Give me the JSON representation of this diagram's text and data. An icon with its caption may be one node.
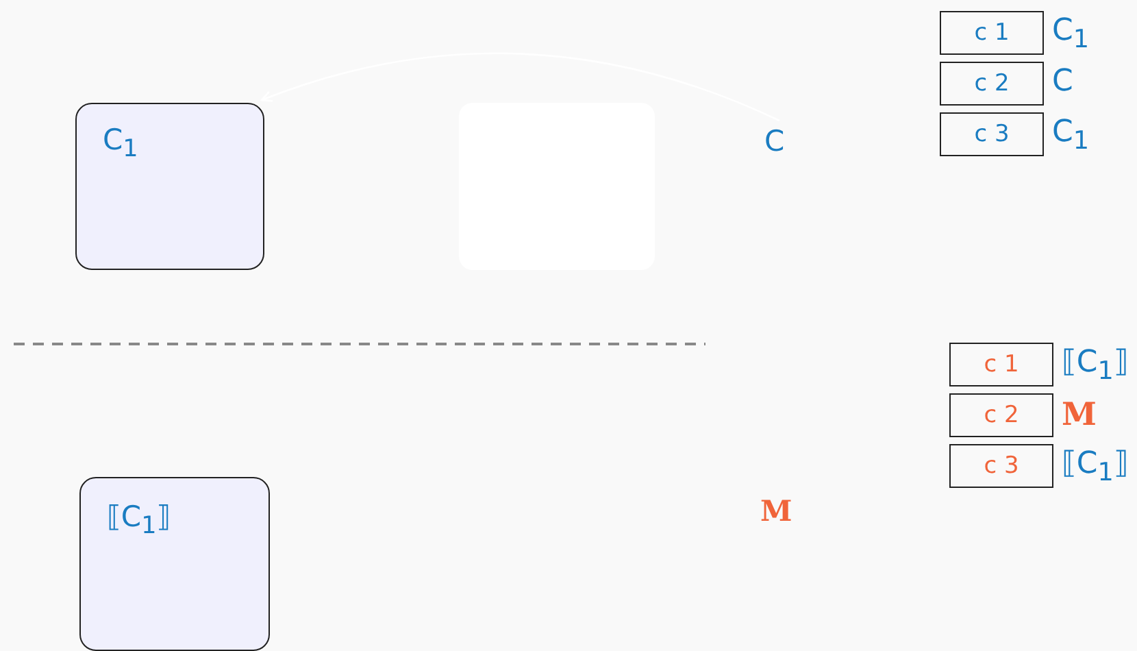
{
  "diagram": {
    "nodes": [
      {
        "text": [
          "C$_{1}$"
        ]
      },
      {
        "text": [],
        "shape": "box"
      },
      {
        "text": [
          "C"
        ]
      },
      {
        "text": [
          "c 1"
        ],
        "beside": [
          "C$_{1}$"
        ]
      },
      {
        "text": [
          "c 2"
        ],
        "beside": [
          "C"
        ]
      },
      {
        "text": [
          "c 3"
        ],
        "beside": [
          "C$_{1}$"
        ]
      },
      {
        "text": [
          "⟦C$_{1}$⟧"
        ]
      },
      {
        "text": [
          "c 1"
        ],
        "beside": [
          "⟦C$_{1}$⟧"
        ]
      },
      {
        "text": [
          "c 2"
        ],
        "beside": [
          "M"
        ]
      },
      {
        "text": [
          "c 3"
        ],
        "beside": [
          "⟦C$_{1}$⟧"
        ]
      }
    ],
    "edges": [
      {
        "from": 2,
        "to": 0,
        "arrow": "to",
        "color": "#ffffff"
      }
    ],
    "labels": [
      "M"
    ]
  }
}
